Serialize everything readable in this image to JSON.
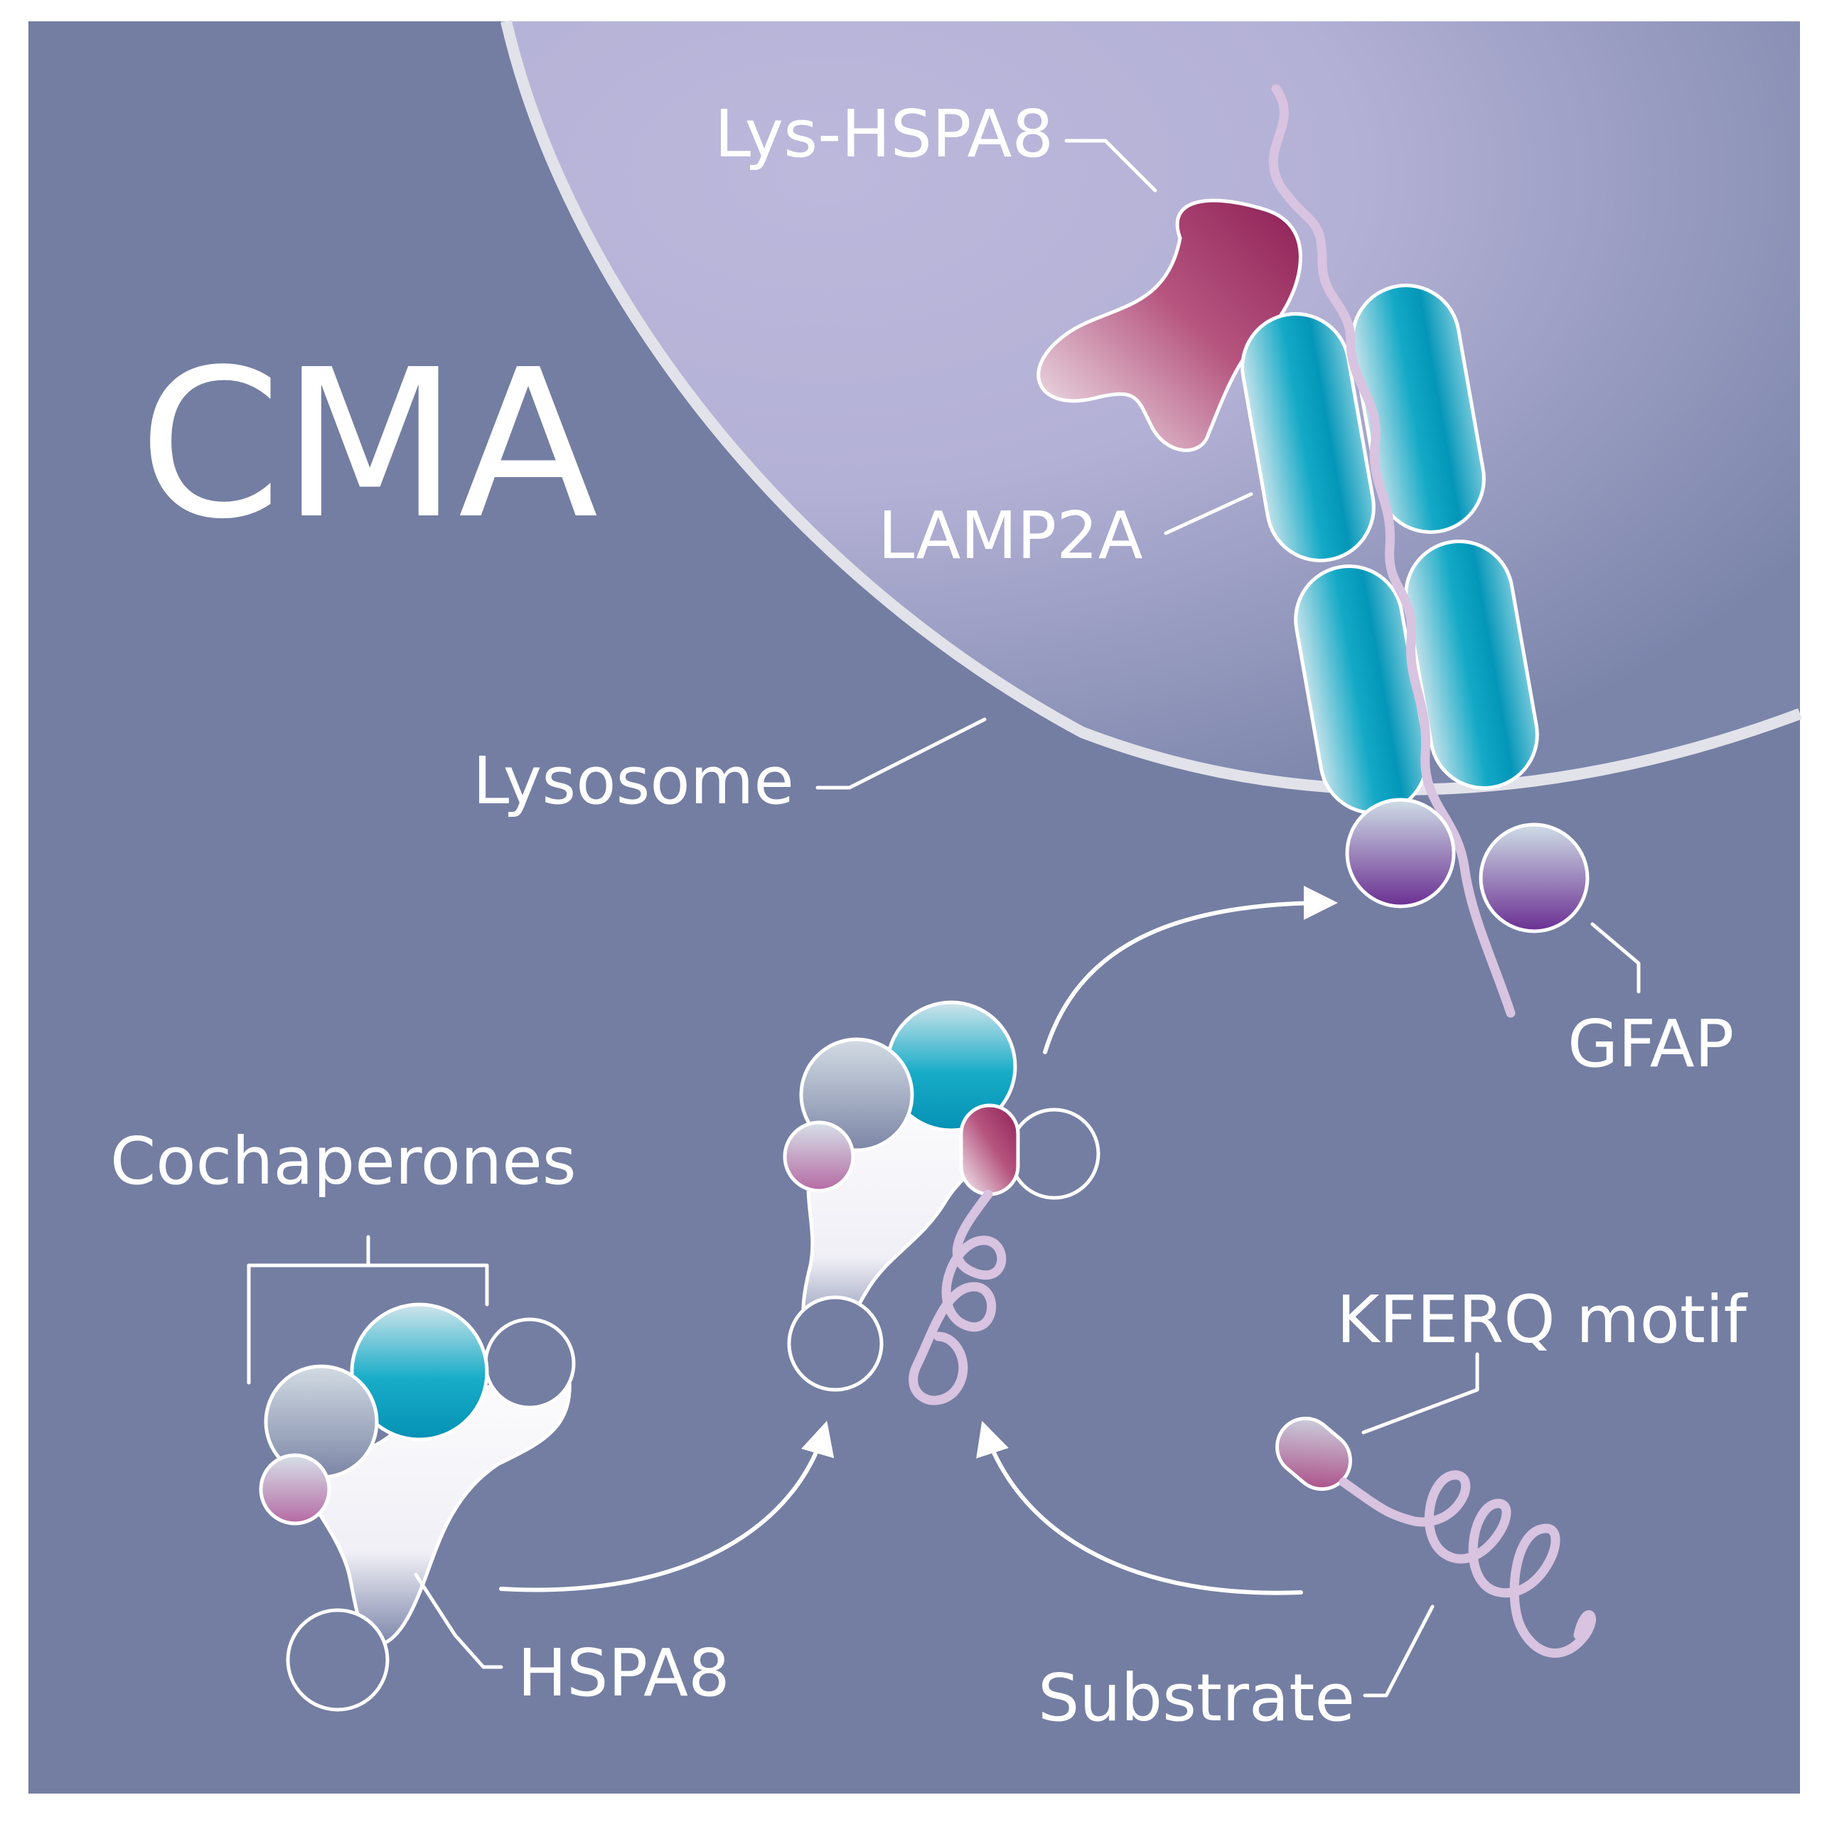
{
  "title": "CMA",
  "colors": {
    "background": "#747ea2",
    "lysosome_light": "#bcb8dc",
    "lysosome_edge": "#e2e2ea",
    "teal": "#0aa6c4",
    "magenta": "#a8356e",
    "purple": "#6e3a98",
    "chain": "#d8c3e0"
  },
  "labels": {
    "lys_hspa8": "Lys-HSPA8",
    "lamp2a": "LAMP2A",
    "lysosome": "Lysosome",
    "gfap": "GFAP",
    "cochaperones": "Cochaperones",
    "hspa8": "HSPA8",
    "kferq": "KFERQ motif",
    "substrate": "Substrate"
  },
  "icons": [
    "lysosome-membrane",
    "lys-hspa8-blob",
    "lamp2a-multimer",
    "gfap-spheres",
    "hspa8-chaperone-complex",
    "substrate-protein",
    "flow-arrow"
  ]
}
